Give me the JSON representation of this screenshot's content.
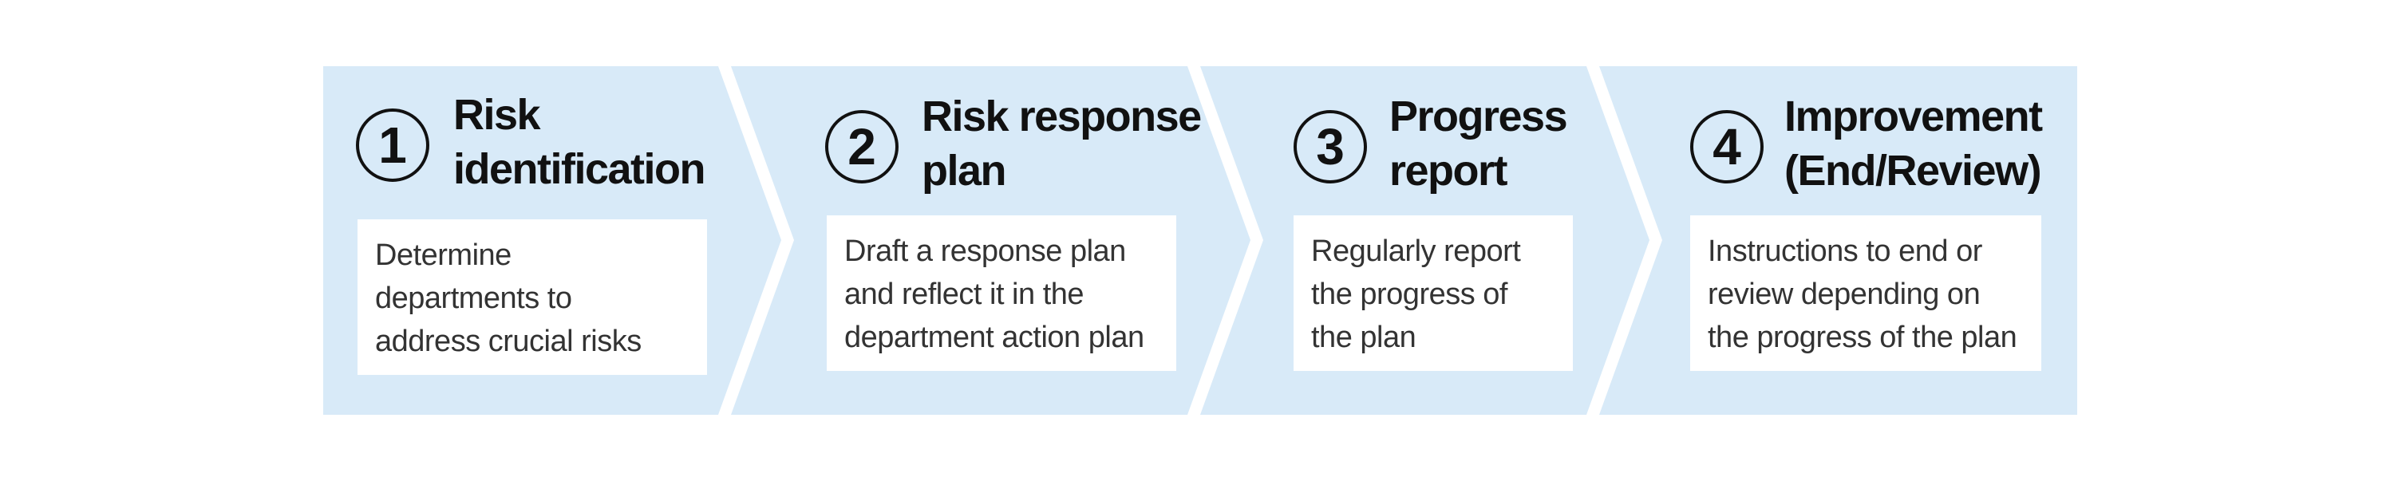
{
  "colors": {
    "panel": "#d8eaf8",
    "separator": "#ffffff",
    "card": "#ffffff",
    "text": "#111111"
  },
  "steps": [
    {
      "number": "1",
      "title_lines": [
        "Risk",
        "identification"
      ],
      "description_lines": [
        "Determine",
        "departments to",
        "address crucial risks"
      ]
    },
    {
      "number": "2",
      "title_lines": [
        "Risk response",
        "plan"
      ],
      "description_lines": [
        "Draft a response plan",
        "and reflect it in the",
        "department action plan"
      ]
    },
    {
      "number": "3",
      "title_lines": [
        "Progress",
        "report"
      ],
      "description_lines": [
        "Regularly report",
        "the progress of",
        "the plan"
      ]
    },
    {
      "number": "4",
      "title_lines": [
        "Improvement",
        "(End/Review)"
      ],
      "description_lines": [
        "Instructions to end or",
        "review depending on",
        "the progress of the plan"
      ]
    }
  ]
}
